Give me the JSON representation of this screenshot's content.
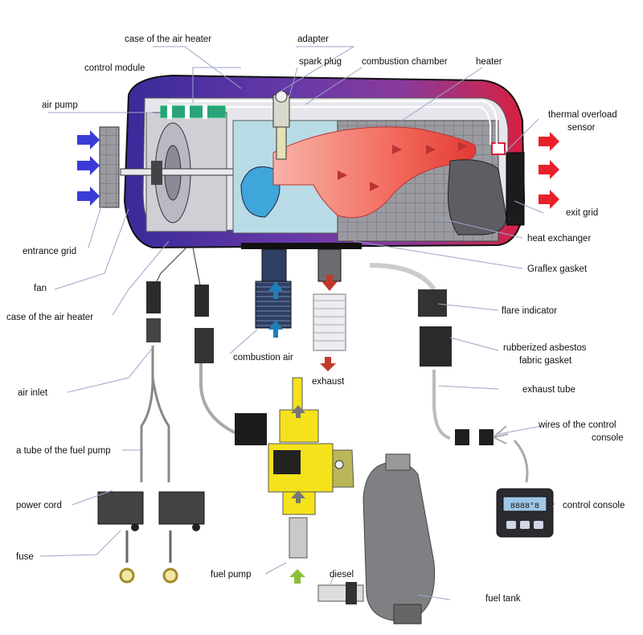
{
  "labels": {
    "case_top": "case of the air heater",
    "adapter": "adapter",
    "control_module": "control module",
    "spark_plug": "spark plug",
    "combustion_chamber": "combustion chamber",
    "heater": "heater",
    "air_pump": "air pump",
    "thermal_overload_sensor_1": "thermal overload",
    "thermal_overload_sensor_2": "sensor",
    "exit_grid": "exit grid",
    "entrance_grid": "entrance grid",
    "heat_exchanger": "heat exchanger",
    "graflex_gasket": "Graflex gasket",
    "fan": "fan",
    "case_bottom": "case of the air heater",
    "flare_indicator": "flare indicator",
    "combustion_air": "combustion air",
    "rubberized_asbestos_1": "rubberized asbestos",
    "rubberized_asbestos_2": "fabric gasket",
    "exhaust": "exhaust",
    "air_inlet": "air inlet",
    "exhaust_tube": "exhaust tube",
    "wires_console_1": "wires of the control",
    "wires_console_2": "console",
    "fuel_pump_tube": "a tube of the fuel pump",
    "power_cord": "power cord",
    "control_console": "control console",
    "fuse": "fuse",
    "fuel_pump": "fuel pump",
    "diesel": "diesel",
    "fuel_tank": "fuel tank"
  },
  "console_display": "8888°8",
  "colors": {
    "intake_arrow": "#3b3bd8",
    "exit_arrow": "#e8202a",
    "case_blue": "#2a1a9a",
    "case_purple": "#7a3fb0",
    "case_red": "#d81e3a",
    "flame": "#f06a5a",
    "fuel_pump_yellow": "#f5e21a",
    "tank_gray": "#7f8083",
    "leader_line": "#9aa6c8"
  }
}
